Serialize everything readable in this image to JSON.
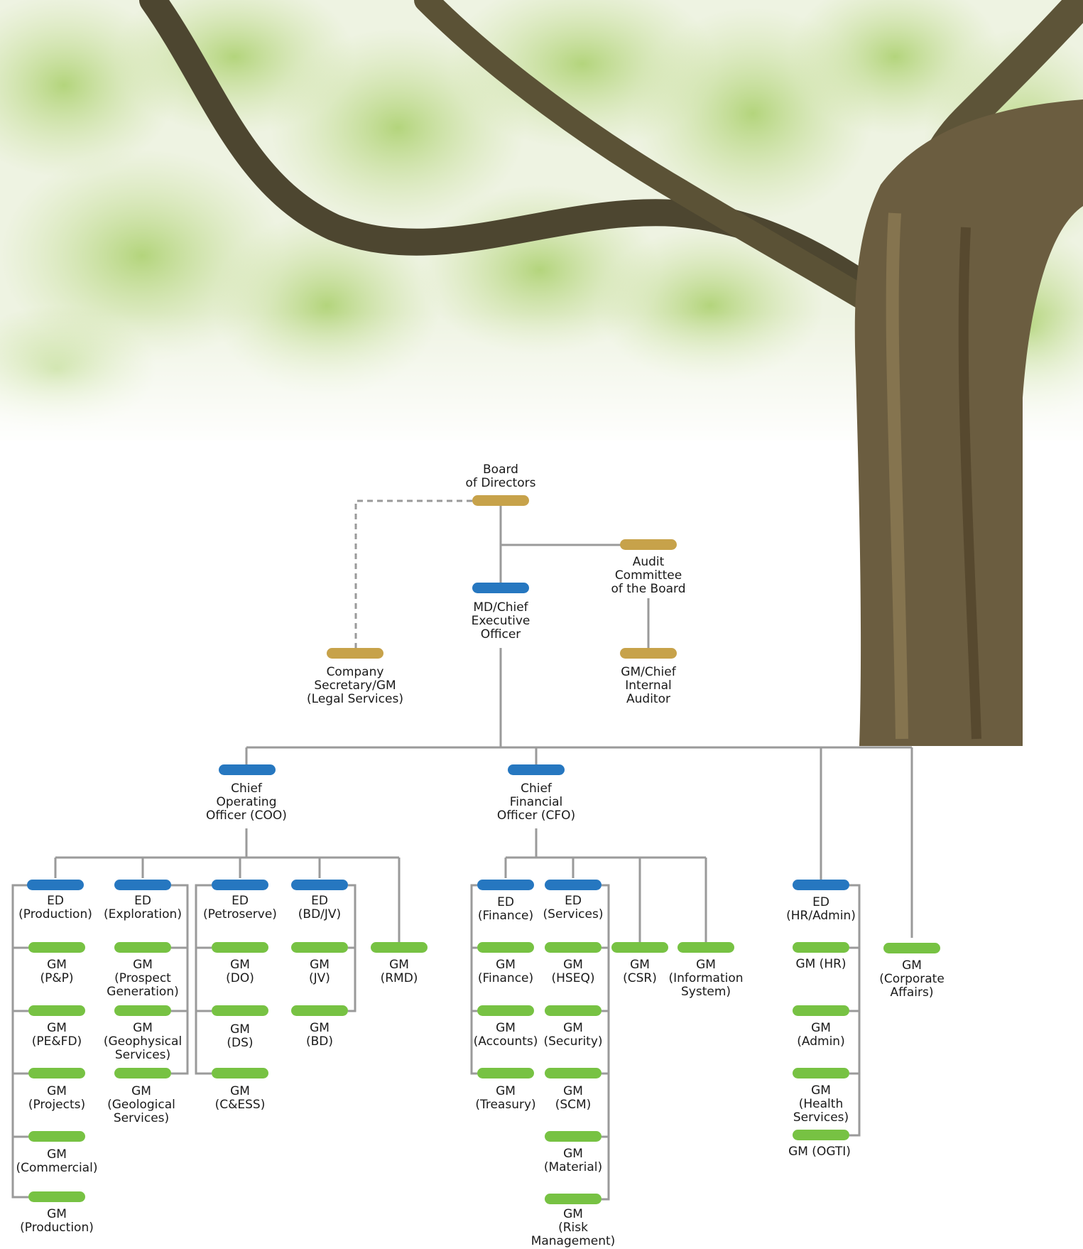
{
  "colors": {
    "board_gold": "#c7a24a",
    "executive_blue": "#2677c0",
    "manager_green": "#77c243",
    "connector_grey": "#9a9a9a"
  },
  "background": {
    "image": "tree branches and trunk with light green foliage"
  },
  "nodes": {
    "board": "Board\nof Directors",
    "audit": "Audit\nCommittee\nof the Board",
    "ceo": "MD/Chief\nExecutive\nOfficer",
    "company_secretary": "Company\nSecretary/GM\n(Legal Services)",
    "internal_auditor": "GM/Chief\nInternal\nAuditor",
    "coo": "Chief\nOperating\nOfficer (COO)",
    "cfo": "Chief\nFinancial\nOfficer (CFO)",
    "ed_production": "ED\n(Production)",
    "ed_exploration": "ED\n(Exploration)",
    "ed_petroserve": "ED\n(Petroserve)",
    "ed_bdjv": "ED\n(BD/JV)",
    "gm_rmd": "GM\n(RMD)",
    "gm_pp": "GM\n(P&P)",
    "gm_pefd": "GM\n(PE&FD)",
    "gm_projects": "GM\n(Projects)",
    "gm_commercial": "GM\n(Commercial)",
    "gm_production": "GM\n(Production)",
    "gm_prospect": "GM\n(Prospect\nGeneration)",
    "gm_geophysical": "GM\n(Geophysical\nServices)",
    "gm_geological": "GM\n(Geological\nServices)",
    "gm_do": "GM\n(DO)",
    "gm_ds": "GM\n(DS)",
    "gm_cess": "GM\n(C&ESS)",
    "gm_jv": "GM\n(JV)",
    "gm_bd": "GM\n(BD)",
    "ed_finance": "ED\n(Finance)",
    "ed_services": "ED\n(Services)",
    "gm_csr": "GM\n(CSR)",
    "gm_info_system": "GM\n(Information\nSystem)",
    "gm_finance": "GM\n(Finance)",
    "gm_accounts": "GM\n(Accounts)",
    "gm_treasury": "GM\n(Treasury)",
    "gm_hseq": "GM\n(HSEQ)",
    "gm_security": "GM\n(Security)",
    "gm_scm": "GM\n(SCM)",
    "gm_material": "GM\n(Material)",
    "gm_risk": "GM\n(Risk\nManagement)",
    "ed_hradmin": "ED\n(HR/Admin)",
    "gm_hr": "GM (HR)",
    "gm_admin": "GM\n(Admin)",
    "gm_health": "GM\n(Health\nServices)",
    "gm_ogti": "GM (OGTI)",
    "gm_corporate_affairs": "GM\n(Corporate\nAffairs)"
  }
}
